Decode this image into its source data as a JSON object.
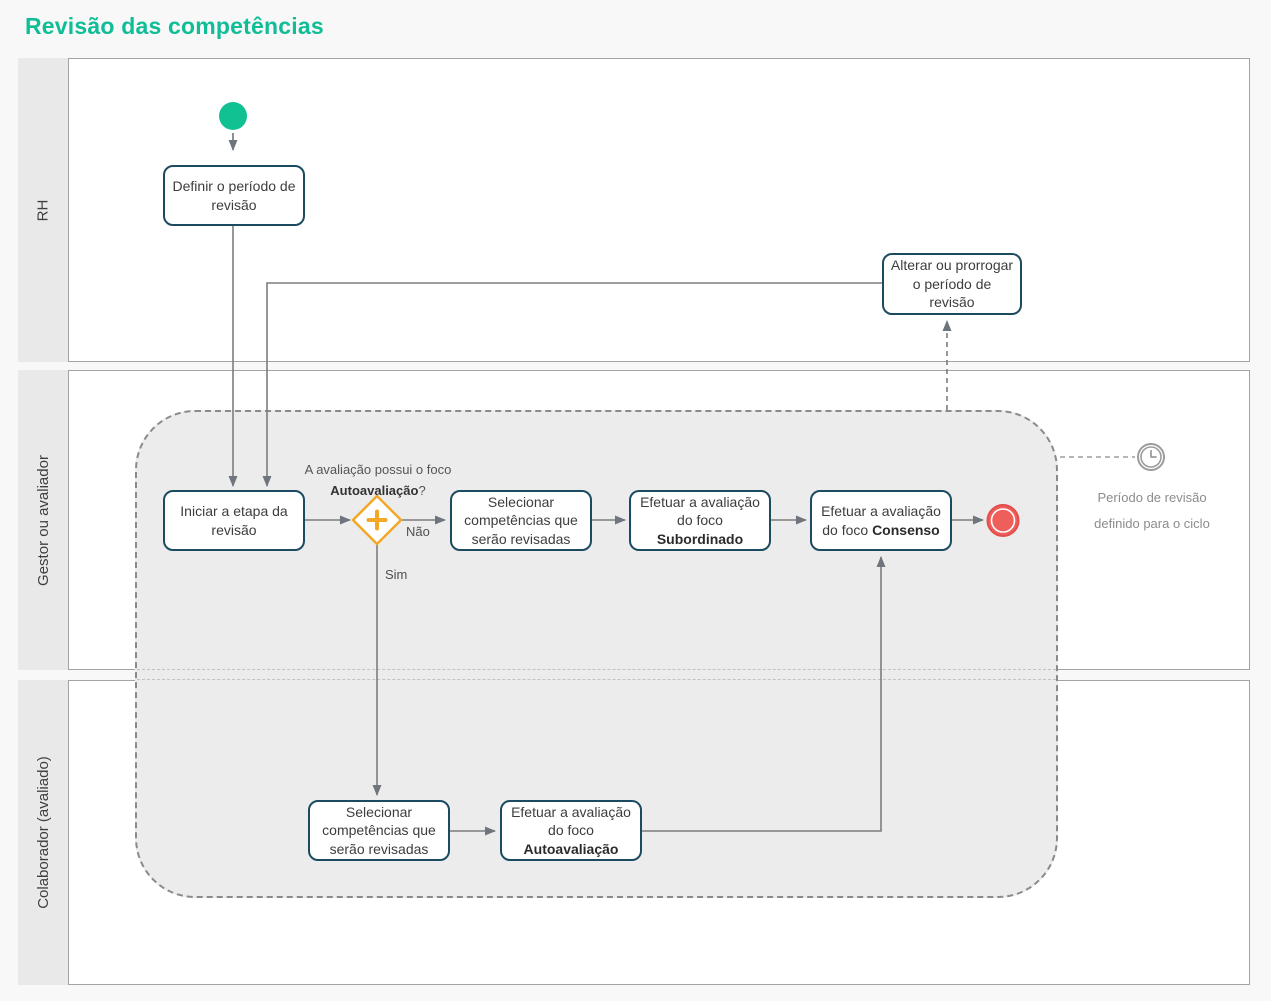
{
  "title": "Revisão das competências",
  "lanes": [
    {
      "label": "RH"
    },
    {
      "label": "Gestor ou avaliador"
    },
    {
      "label": "Colaborador (avaliado)"
    }
  ],
  "tasks": {
    "definir": {
      "text": "Definir o período de revisão"
    },
    "alterar": {
      "text": "Alterar ou prorrogar o período de revisão"
    },
    "iniciar": {
      "text": "Iniciar a etapa da revisão"
    },
    "selecionar_gestor": {
      "text": "Selecionar competências que serão revisadas"
    },
    "subordinado": {
      "pre": "Efetuar a avaliação do foco ",
      "bold": "Subordinado"
    },
    "consenso": {
      "pre": "Efetuar a avaliação do foco ",
      "bold": "Consenso"
    },
    "selecionar_colaborador": {
      "text": "Selecionar competências que serão revisadas"
    },
    "autoavaliacao": {
      "pre": "Efetuar a avaliação do foco ",
      "bold": "Autoavaliação"
    }
  },
  "gateway": {
    "question_pre": "A avaliação possui o foco ",
    "question_bold": "Autoavaliação",
    "question_suffix": "?",
    "no_label": "Não",
    "yes_label": "Sim"
  },
  "timer": {
    "caption": "Período de revisão definido para o ciclo"
  },
  "icons": {
    "start_event": "start-event-circle",
    "end_event": "end-event-circle",
    "gateway": "parallel-gateway-plus-icon",
    "timer": "timer-clock-icon"
  },
  "colors": {
    "title_accent": "#0FBE96",
    "start_event": "#12C191",
    "end_event": "#EE5F5B",
    "gateway_orange": "#F2A727",
    "task_border": "#1C4B61",
    "flow_line": "#7D7D7D"
  }
}
